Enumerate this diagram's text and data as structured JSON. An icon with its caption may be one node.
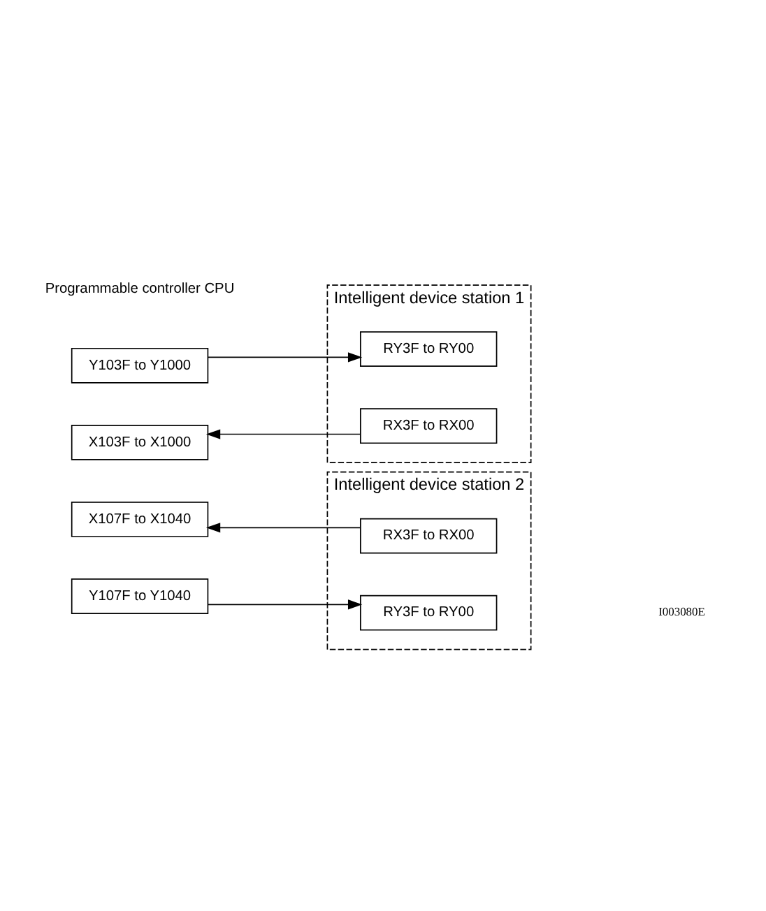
{
  "diagram": {
    "nodes": [
      {
        "text": [
          "X103F to X1000"
        ]
      },
      {
        "text": [
          "X107F to X1040"
        ]
      },
      {
        "text": [
          "Y103F to Y1000"
        ]
      },
      {
        "text": [
          "Y107F to Y1040"
        ]
      },
      {
        "text": [
          "Intelligent device station 1"
        ]
      },
      {
        "text": [
          "RX3F to RX00"
        ],
        "in": 4
      },
      {
        "text": [
          "RY3F to RY00"
        ],
        "in": 4
      },
      {
        "text": [
          "Intelligent device station 2"
        ]
      },
      {
        "text": [
          "RX3F to RX00"
        ],
        "in": 7
      },
      {
        "text": [
          "RY3F to RY00"
        ],
        "in": 7
      }
    ],
    "edges": [
      {
        "from": 5,
        "to": 0,
        "arrow": "to"
      },
      {
        "from": 8,
        "to": 1,
        "arrow": "to"
      },
      {
        "from": 2,
        "to": 6,
        "arrow": "to"
      },
      {
        "from": 3,
        "to": 9,
        "arrow": "to"
      }
    ],
    "labels": [
      "Programmable controller CPU",
      "I003080E"
    ]
  }
}
